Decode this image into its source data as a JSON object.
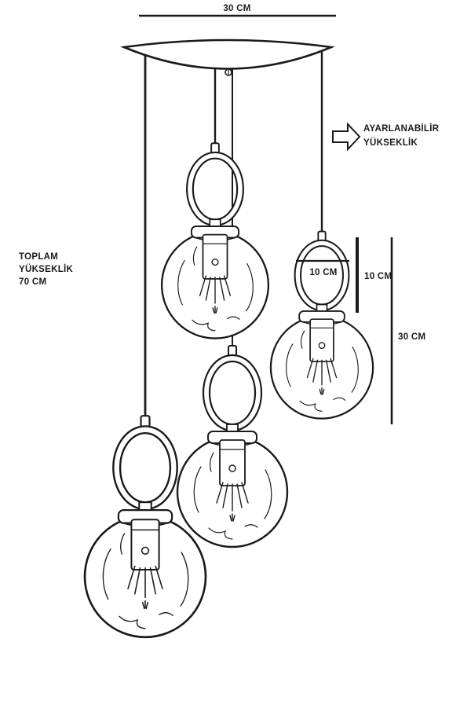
{
  "page": {
    "background": "#ffffff",
    "line_color": "#1a1a1a"
  },
  "labels": {
    "canopy_width": "30 CM",
    "total_height": {
      "line1": "TOPLAM",
      "line2": "YÜKSEKLİK",
      "line3": "70 CM"
    },
    "adjustable_height": {
      "line1": "AYARLANABİLİR",
      "line2": "YÜKSEKLİK"
    },
    "ring_diameter": "10 CM",
    "ring_height": "10 CM",
    "pendant_height": "30 CM"
  },
  "icons": {
    "adjustable_arrow": "block-arrow-right"
  }
}
